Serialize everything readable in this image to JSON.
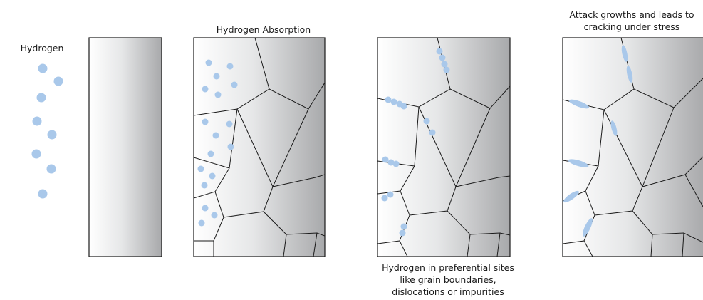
{
  "labels": {
    "hydrogen": "Hydrogen",
    "absorption": "Hydrogen Absorption",
    "preferential_line1": "Hydrogen in preferential sites",
    "preferential_line2": "like grain boundaries,",
    "preferential_line3": "dislocations or impurities",
    "attack_line1": "Attack growths and leads to",
    "attack_line2": "cracking under stress"
  },
  "colors": {
    "hydrogen_atom": "#a9c8ea",
    "outline": "#1a1a1a",
    "metal_light": "#ffffff",
    "metal_dark": "#a8a9ab"
  }
}
